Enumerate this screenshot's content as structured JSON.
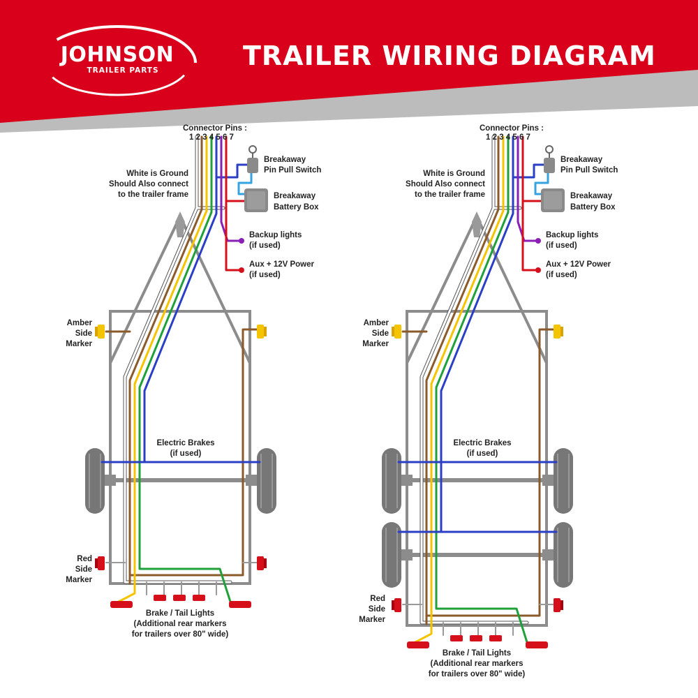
{
  "header": {
    "brand_name": "JOHNSON",
    "brand_sub": "TRAILER PARTS",
    "title": "TRAILER WIRING DIAGRAM",
    "colors": {
      "red": "#d9001b",
      "gray": "#bcbcbc"
    }
  },
  "wire_colors": {
    "white": "#ffffff",
    "brown": "#8b5a2b",
    "yellow": "#f5c400",
    "green": "#1fa03a",
    "blue": "#2a3fc6",
    "purple": "#8a1fb5",
    "red": "#d5101b",
    "frame": "#8c8c8c"
  },
  "diagrams": [
    {
      "id": "single-axle",
      "connector_label": "Connector Pins :",
      "pin_numbers": "1 2 3 4 5 6 7",
      "ground_note": [
        "White is Ground",
        "Should Also connect",
        "to the trailer frame"
      ],
      "breakaway_switch": [
        "Breakaway",
        "Pin Pull Switch"
      ],
      "breakaway_battery": [
        "Breakaway",
        "Battery Box"
      ],
      "backup_lights": [
        "Backup lights",
        "(if used)"
      ],
      "aux_power": [
        "Aux + 12V Power",
        "(if used)"
      ],
      "amber_marker": [
        "Amber",
        "Side",
        "Marker"
      ],
      "electric_brakes": [
        "Electric Brakes",
        "(if used)"
      ],
      "red_marker": [
        "Red",
        "Side",
        "Marker"
      ],
      "tail_lights": [
        "Brake / Tail Lights",
        "(Additional rear markers",
        "for trailers over 80\" wide)"
      ]
    },
    {
      "id": "tandem-axle",
      "connector_label": "Connector Pins :",
      "pin_numbers": "1 2 3 4 5 6 7",
      "ground_note": [
        "White is Ground",
        "Should Also connect",
        "to the trailer frame"
      ],
      "breakaway_switch": [
        "Breakaway",
        "Pin Pull Switch"
      ],
      "breakaway_battery": [
        "Breakaway",
        "Battery Box"
      ],
      "backup_lights": [
        "Backup lights",
        "(if used)"
      ],
      "aux_power": [
        "Aux + 12V Power",
        "(if used)"
      ],
      "amber_marker": [
        "Amber",
        "Side",
        "Marker"
      ],
      "electric_brakes": [
        "Electric Brakes",
        "(if used)"
      ],
      "red_marker": [
        "Red",
        "Side",
        "Marker"
      ],
      "tail_lights": [
        "Brake / Tail Lights",
        "(Additional rear markers",
        "for trailers over 80\" wide)"
      ]
    }
  ]
}
